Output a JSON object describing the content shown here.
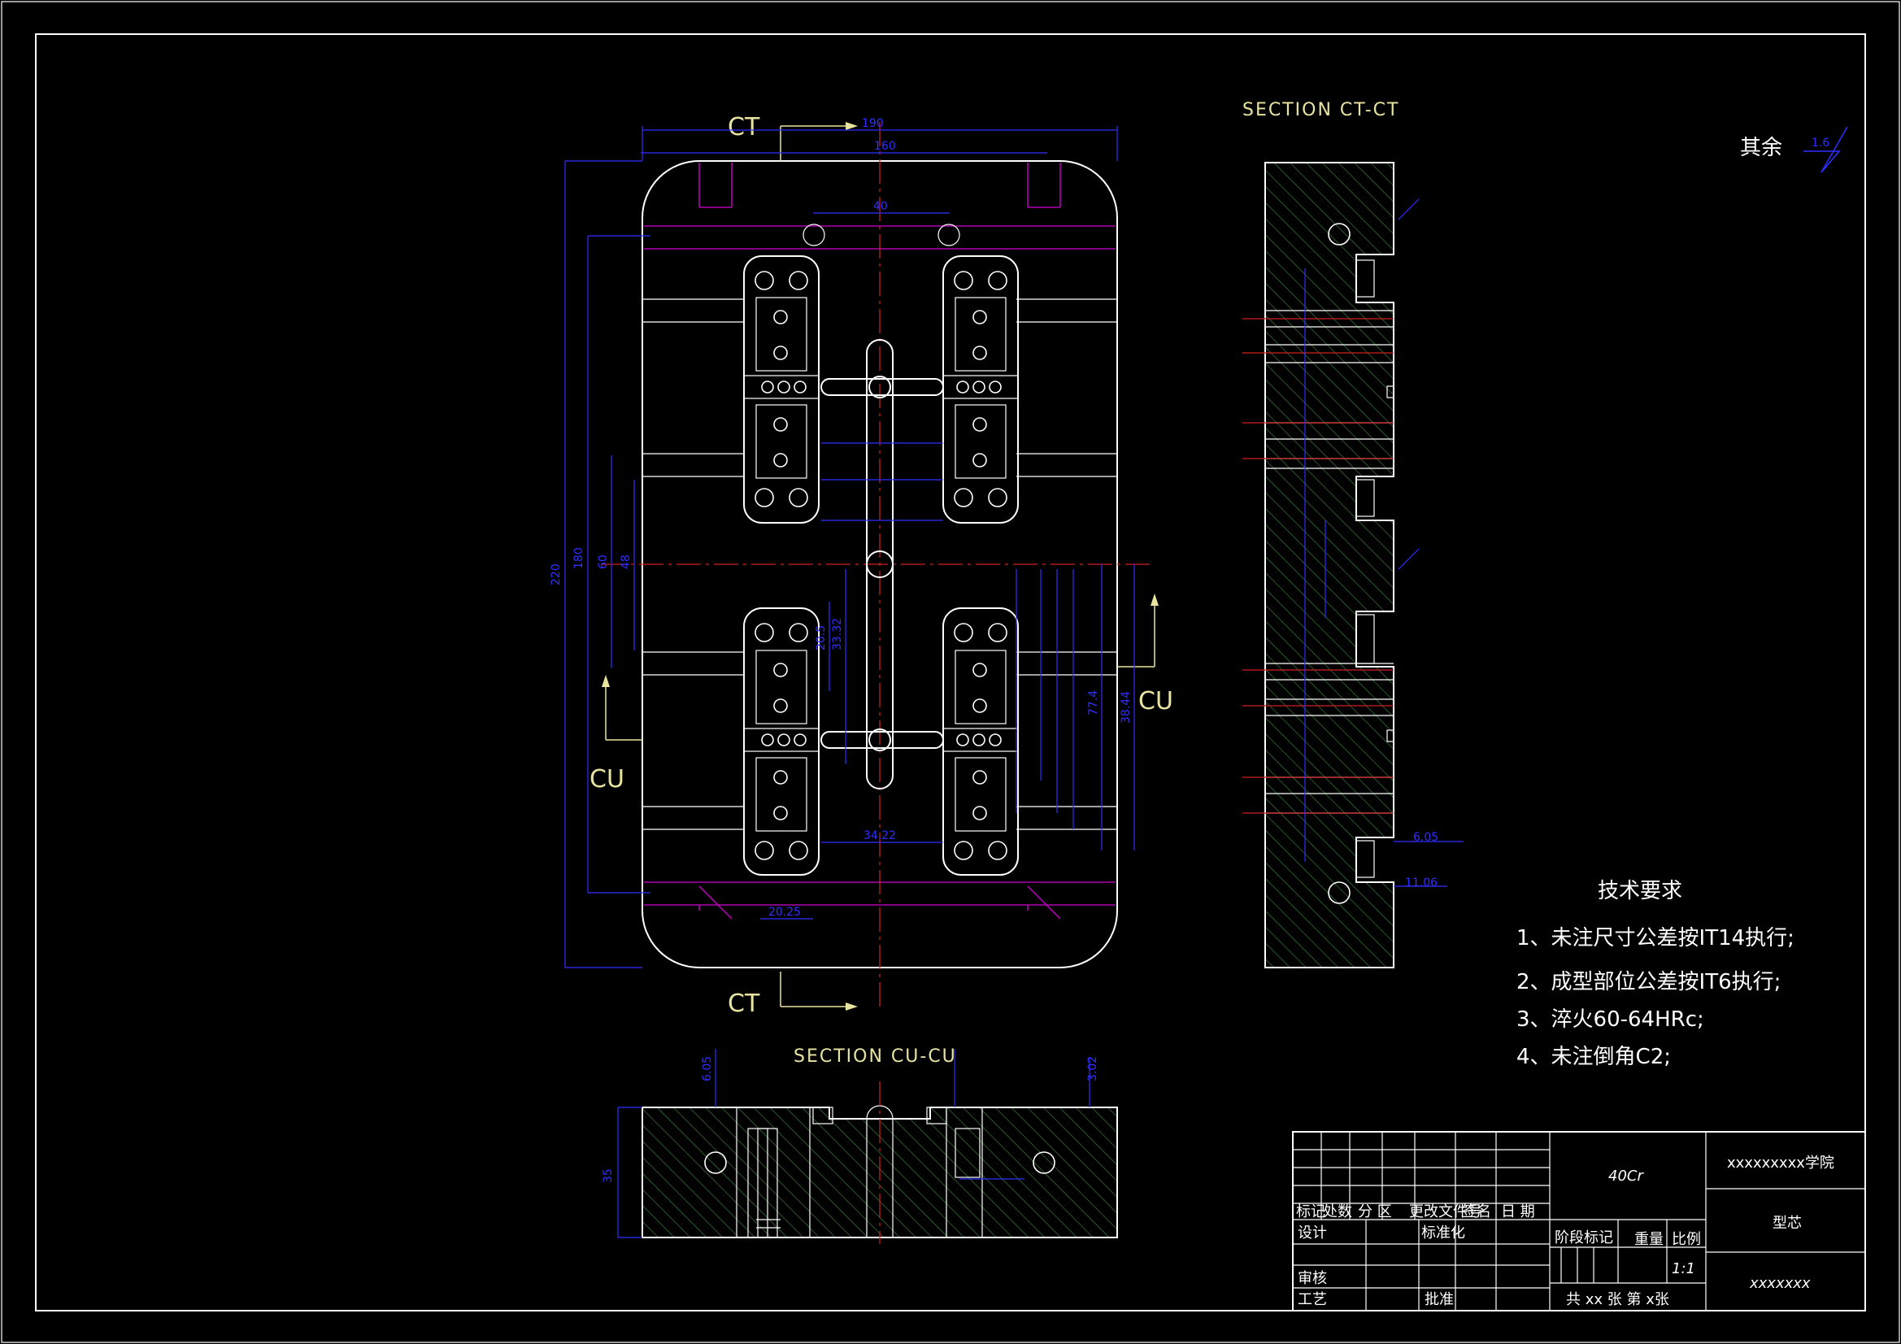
{
  "sheet": {
    "roughness_note": "其余",
    "roughness_value": "1.6"
  },
  "main_view": {
    "section_marks": {
      "ct_top": "CT",
      "ct_bottom": "CT",
      "cu_left": "CU",
      "cu_right": "CU"
    },
    "dimensions": {
      "top_overall": "190",
      "top_inner": "160",
      "top_mid": "40",
      "left_overall": "220",
      "left_inner": "180",
      "left_a": "60",
      "left_b": "48",
      "right_a": "77.4",
      "right_b": "38.44",
      "bottom_a": "34.22",
      "bottom_b": "20.25",
      "mid_a": "33.32",
      "mid_b": "20.5"
    }
  },
  "section_ct": {
    "title": "SECTION  CT-CT",
    "dim_a": "6.05",
    "dim_b": "11.06"
  },
  "section_cu": {
    "title": "SECTION  CU-CU",
    "dim_a": "6.05",
    "dim_b": "35",
    "dim_c": "3.02"
  },
  "tech_requirements": {
    "title": "技术要求",
    "items": [
      "1、未注尺寸公差按IT14执行;",
      "2、成型部位公差按IT6执行;",
      "3、淬火60-64HRc;",
      "4、未注倒角C2;"
    ]
  },
  "title_block": {
    "material": "40Cr",
    "school": "xxxxxxxxx学院",
    "part_name": "型芯",
    "drawing_no": "xxxxxxx",
    "scale": "1:1",
    "sheets": "共 xx 张  第 x张",
    "labels": {
      "mark": "标记",
      "count": "处数",
      "zone": "分 区",
      "doc_no": "更改文件号",
      "sign": "签名",
      "date": "日 期",
      "design": "设计",
      "standard": "标准化",
      "stage": "阶段标记",
      "weight": "重量",
      "ratio": "比例",
      "check": "审核",
      "process": "工艺",
      "approve": "批准"
    }
  }
}
